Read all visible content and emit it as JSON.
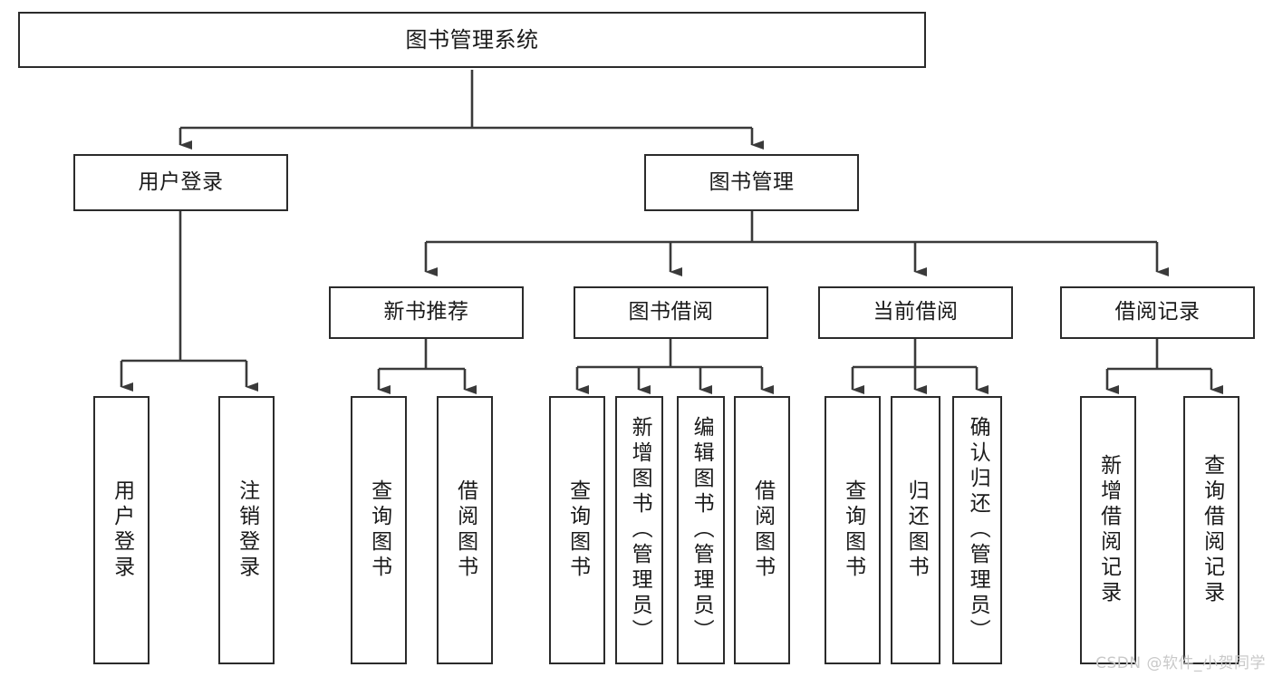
{
  "diagram": {
    "title": "图书管理系统",
    "type": "tree",
    "orientation": "top-down",
    "colors": {
      "box_border": "#2b2b2b",
      "box_fill": "#ffffff",
      "connector": "#3a3a3a",
      "text": "#1a1a1a",
      "watermark": "#c9c9c9",
      "background": "#ffffff"
    },
    "watermark": "CSDN @软件_小贺同学",
    "nodes": {
      "root": {
        "label": "图书管理系统",
        "level": 1,
        "text_orientation": "horizontal"
      },
      "l2_0": {
        "label": "用户登录",
        "level": 2,
        "text_orientation": "horizontal"
      },
      "l2_1": {
        "label": "图书管理",
        "level": 2,
        "text_orientation": "horizontal"
      },
      "l3_0": {
        "label": "新书推荐",
        "level": 3,
        "text_orientation": "horizontal"
      },
      "l3_1": {
        "label": "图书借阅",
        "level": 3,
        "text_orientation": "horizontal"
      },
      "l3_2": {
        "label": "当前借阅",
        "level": 3,
        "text_orientation": "horizontal"
      },
      "l3_3": {
        "label": "借阅记录",
        "level": 3,
        "text_orientation": "horizontal"
      },
      "leaf_0": {
        "label": "用户登录",
        "level": 4,
        "text_orientation": "vertical",
        "parent": "用户登录"
      },
      "leaf_1": {
        "label": "注销登录",
        "level": 4,
        "text_orientation": "vertical",
        "parent": "用户登录"
      },
      "leaf_2": {
        "label": "查询图书",
        "level": 4,
        "text_orientation": "vertical",
        "parent": "新书推荐"
      },
      "leaf_3": {
        "label": "借阅图书",
        "level": 4,
        "text_orientation": "vertical",
        "parent": "新书推荐"
      },
      "leaf_4": {
        "label": "查询图书",
        "level": 4,
        "text_orientation": "vertical",
        "parent": "图书借阅"
      },
      "leaf_5": {
        "label": "新增图书（管理员）",
        "level": 4,
        "text_orientation": "vertical",
        "parent": "图书借阅"
      },
      "leaf_6": {
        "label": "编辑图书（管理员）",
        "level": 4,
        "text_orientation": "vertical",
        "parent": "图书借阅"
      },
      "leaf_7": {
        "label": "借阅图书",
        "level": 4,
        "text_orientation": "vertical",
        "parent": "图书借阅"
      },
      "leaf_8": {
        "label": "查询图书",
        "level": 4,
        "text_orientation": "vertical",
        "parent": "当前借阅"
      },
      "leaf_9": {
        "label": "归还图书",
        "level": 4,
        "text_orientation": "vertical",
        "parent": "当前借阅"
      },
      "leaf_10": {
        "label": "确认归还（管理员）",
        "level": 4,
        "text_orientation": "vertical",
        "parent": "当前借阅"
      },
      "leaf_11": {
        "label": "新增借阅记录",
        "level": 4,
        "text_orientation": "vertical",
        "parent": "借阅记录"
      },
      "leaf_12": {
        "label": "查询借阅记录",
        "level": 4,
        "text_orientation": "vertical",
        "parent": "借阅记录"
      }
    }
  }
}
